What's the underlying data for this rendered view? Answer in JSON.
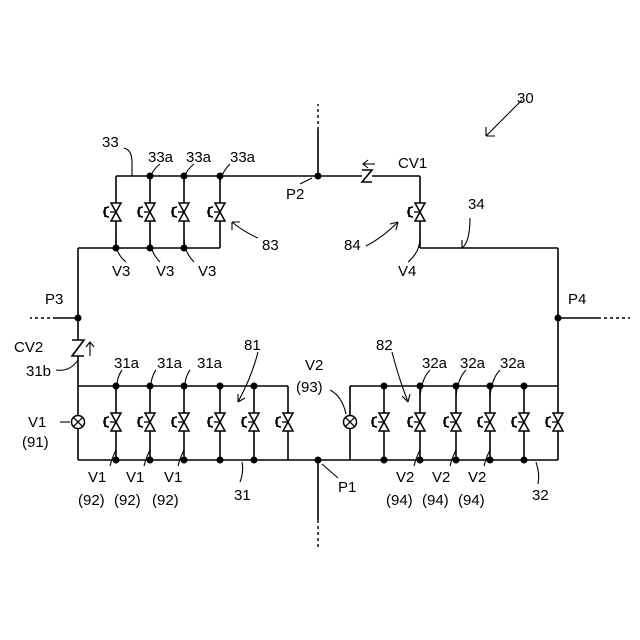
{
  "labels": {
    "system": "30",
    "group_33": "33",
    "v33a_1": "33a",
    "v33a_2": "33a",
    "v33a_3": "33a",
    "p2": "P2",
    "cv1": "CV1",
    "line_34": "34",
    "ref_83": "83",
    "ref_84": "84",
    "v3_1": "V3",
    "v3_2": "V3",
    "v3_3": "V3",
    "v4": "V4",
    "p3": "P3",
    "p4": "P4",
    "cv2": "CV2",
    "line_31b": "31b",
    "v31a_1": "31a",
    "v31a_2": "31a",
    "v31a_3": "31a",
    "ref_81": "81",
    "ref_82": "82",
    "v2_main": "V2",
    "v2_main_num": "(93)",
    "v32a_1": "32a",
    "v32a_2": "32a",
    "v32a_3": "32a",
    "v1_main": "V1",
    "v1_main_num": "(91)",
    "v1_a": "V1",
    "v1_a_num": "(92)",
    "v1_b": "V1",
    "v1_b_num": "(92)",
    "v1_c": "V1",
    "v1_c_num": "(92)",
    "p1": "P1",
    "line_31": "31",
    "v2_a": "V2",
    "v2_a_num": "(94)",
    "v2_b": "V2",
    "v2_b_num": "(94)",
    "v2_c": "V2",
    "v2_c_num": "(94)",
    "line_32": "32"
  }
}
